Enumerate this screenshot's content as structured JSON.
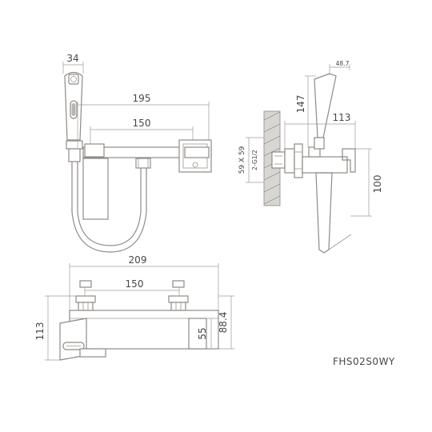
{
  "dimensions": {
    "top": {
      "hand_shower_width": "34",
      "overall_width": "195",
      "inlet_spacing": "150"
    },
    "side": {
      "shower_offset": "48.7",
      "shower_height": "147",
      "spout_projection": "113",
      "flange_size": "59 X 59",
      "thread": "2-G1/2",
      "spout_drop": "100"
    },
    "front": {
      "body_width": "209",
      "inlet_spacing": "150",
      "overall_height": "113",
      "spout_height": "55",
      "body_height": "88.4"
    }
  },
  "model_code": "FHS02S0WY",
  "colors": {
    "line": "#8f8a86",
    "text": "#4a4644",
    "wall": "#d8d6d3"
  }
}
